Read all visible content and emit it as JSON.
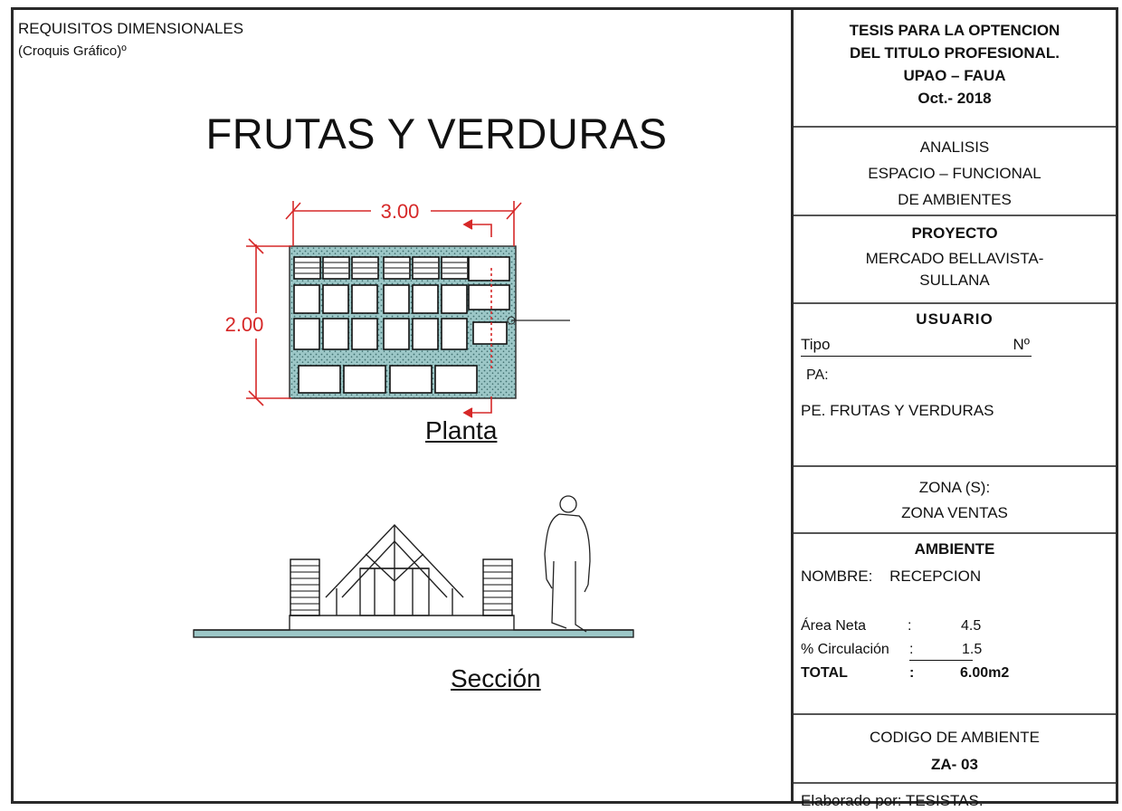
{
  "header": {
    "line1": "REQUISITOS DIMENSIONALES",
    "line2": "(Croquis Gráfico)º"
  },
  "title": "FRUTAS Y  VERDURAS",
  "drawing": {
    "dim_width": "3.00",
    "dim_height": "2.00",
    "plan_label": "Planta",
    "section_label": "Sección",
    "accent_color": "#d62828",
    "hatch_color": "#6fa7a7"
  },
  "panel": {
    "thesis": {
      "line1": "TESIS PARA LA OPTENCION",
      "line2": "DEL TITULO PROFESIONAL.",
      "line3": "UPAO – FAUA",
      "line4": "Oct.- 2018"
    },
    "analysis": {
      "line1": "ANALISIS",
      "line2": "ESPACIO – FUNCIONAL",
      "line3": "DE AMBIENTES"
    },
    "project": {
      "heading": "PROYECTO",
      "line1": "MERCADO BELLAVISTA-",
      "line2": "SULLANA"
    },
    "user": {
      "heading": "USUARIO",
      "tipo": "Tipo",
      "numero": "Nº",
      "pa": "PA:",
      "pe": "PE. FRUTAS Y VERDURAS"
    },
    "zone": {
      "heading": "ZONA (S):",
      "value": "ZONA  VENTAS"
    },
    "ambiente": {
      "heading": "AMBIENTE",
      "nombre_label": "NOMBRE:",
      "nombre_value": "RECEPCION",
      "area_label": "Área Neta",
      "area_value": "4.5",
      "circ_label": "% Circulación",
      "circ_value": "1.5",
      "total_label": "TOTAL",
      "total_value": "6.00m2",
      "colon": ":"
    },
    "code": {
      "heading": "CODIGO DE AMBIENTE",
      "value": "ZA- 03"
    },
    "footer": "Elaborado por: TESISTAS."
  }
}
